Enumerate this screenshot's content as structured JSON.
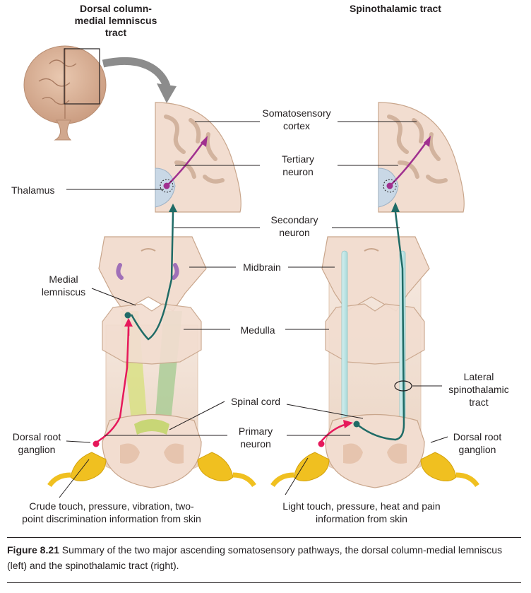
{
  "headers": {
    "left": "Dorsal column-\nmedial lemniscus\ntract",
    "right": "Spinothalamic tract"
  },
  "labels": {
    "somatosensory_cortex": "Somatosensory\ncortex",
    "tertiary_neuron": "Tertiary\nneuron",
    "thalamus": "Thalamus",
    "secondary_neuron": "Secondary\nneuron",
    "midbrain": "Midbrain",
    "medial_lemniscus": "Medial\nlemniscus",
    "medulla": "Medulla",
    "lateral_spinothalamic_tract": "Lateral\nspinothalamic\ntract",
    "spinal_cord": "Spinal cord",
    "primary_neuron": "Primary\nneuron",
    "dorsal_root_ganglion_left": "Dorsal root\nganglion",
    "dorsal_root_ganglion_right": "Dorsal root\nganglion",
    "left_info": "Crude touch, pressure, vibration, two-\npoint discrimination information from skin",
    "right_info": "Light touch, pressure, heat and pain\ninformation from skin"
  },
  "caption": {
    "figure_number": "Figure 8.21",
    "text": " Summary of the two major ascending somatosensory pathways, the dorsal column-medial lemniscus (left) and the spinothalamic tract (right)."
  },
  "colors": {
    "tissue": "#f2d9c7",
    "tissue_outline": "#c9a68c",
    "brain": "#d9b39a",
    "primary_neuron": "#e6195b",
    "secondary_neuron": "#1f6b66",
    "tertiary_neuron": "#a0308f",
    "ganglion": "#f0c020",
    "thalamus": "#c9d8e6",
    "dorsal_column": "#c8d676",
    "tract": "#bfe6e6"
  }
}
